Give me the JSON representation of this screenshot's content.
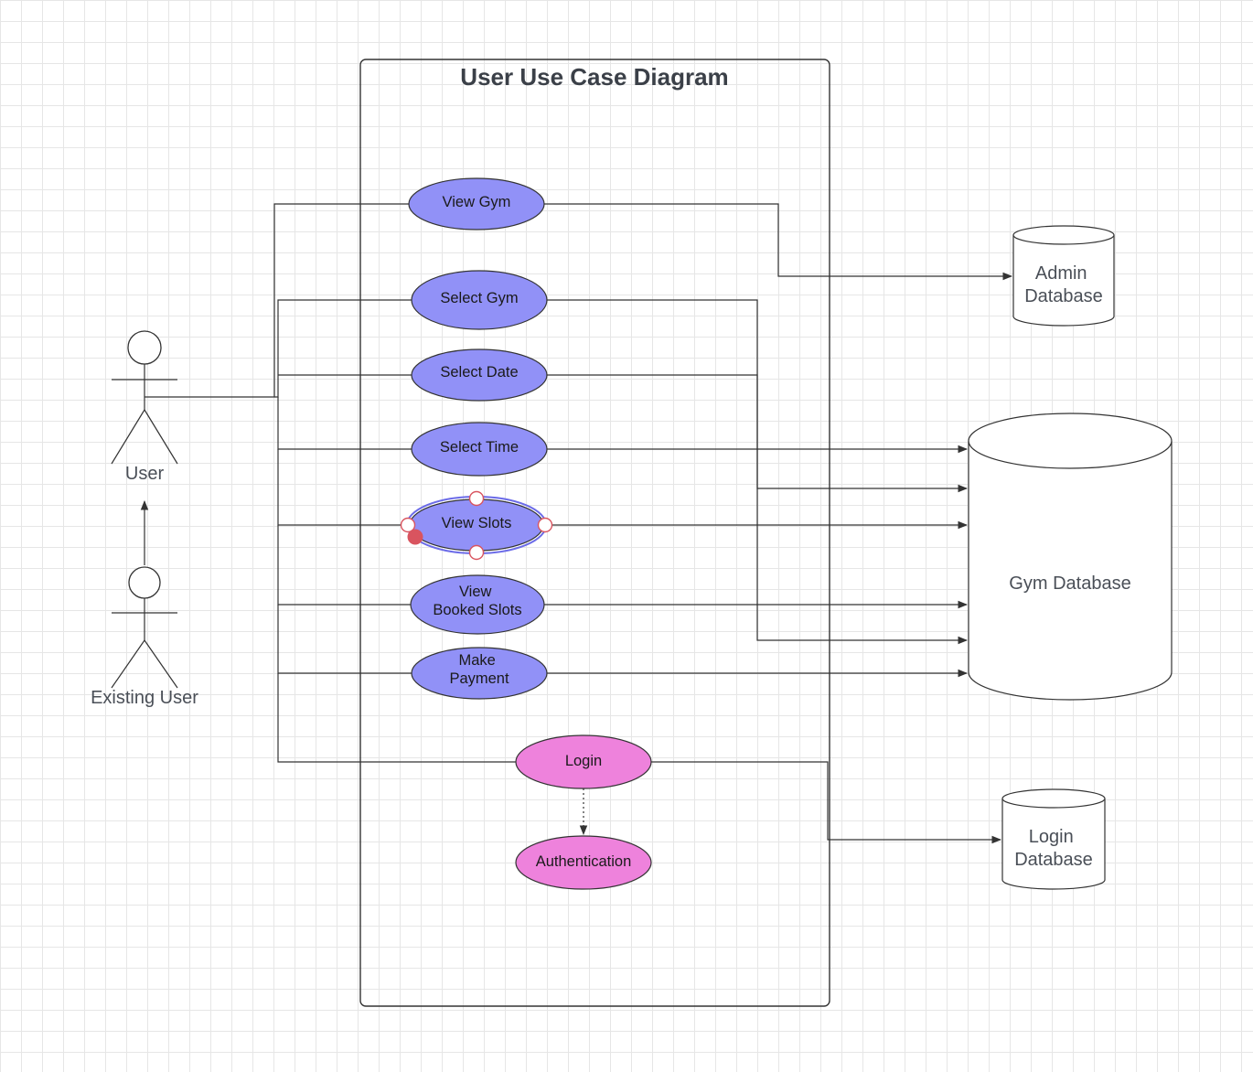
{
  "title": "User Use Case Diagram",
  "actors": {
    "user": "User",
    "existing_user": "Existing User"
  },
  "use_cases": {
    "view_gym": [
      "View Gym"
    ],
    "select_gym": [
      "Select Gym"
    ],
    "select_date": [
      "Select Date"
    ],
    "select_time": [
      "Select Time"
    ],
    "view_slots": [
      "View Slots"
    ],
    "view_booked_slots": [
      "View",
      "Booked Slots"
    ],
    "make_payment": [
      "Make",
      "Payment"
    ],
    "login": [
      "Login"
    ],
    "authentication": [
      "Authentication"
    ]
  },
  "databases": {
    "admin": [
      "Admin",
      "Database"
    ],
    "gym": [
      "Gym Database"
    ],
    "login": [
      "Login",
      "Database"
    ]
  },
  "colors": {
    "user_use_case": "#9191f7",
    "auth_use_case": "#ee82dc",
    "selection_handle": "#d9545f"
  }
}
